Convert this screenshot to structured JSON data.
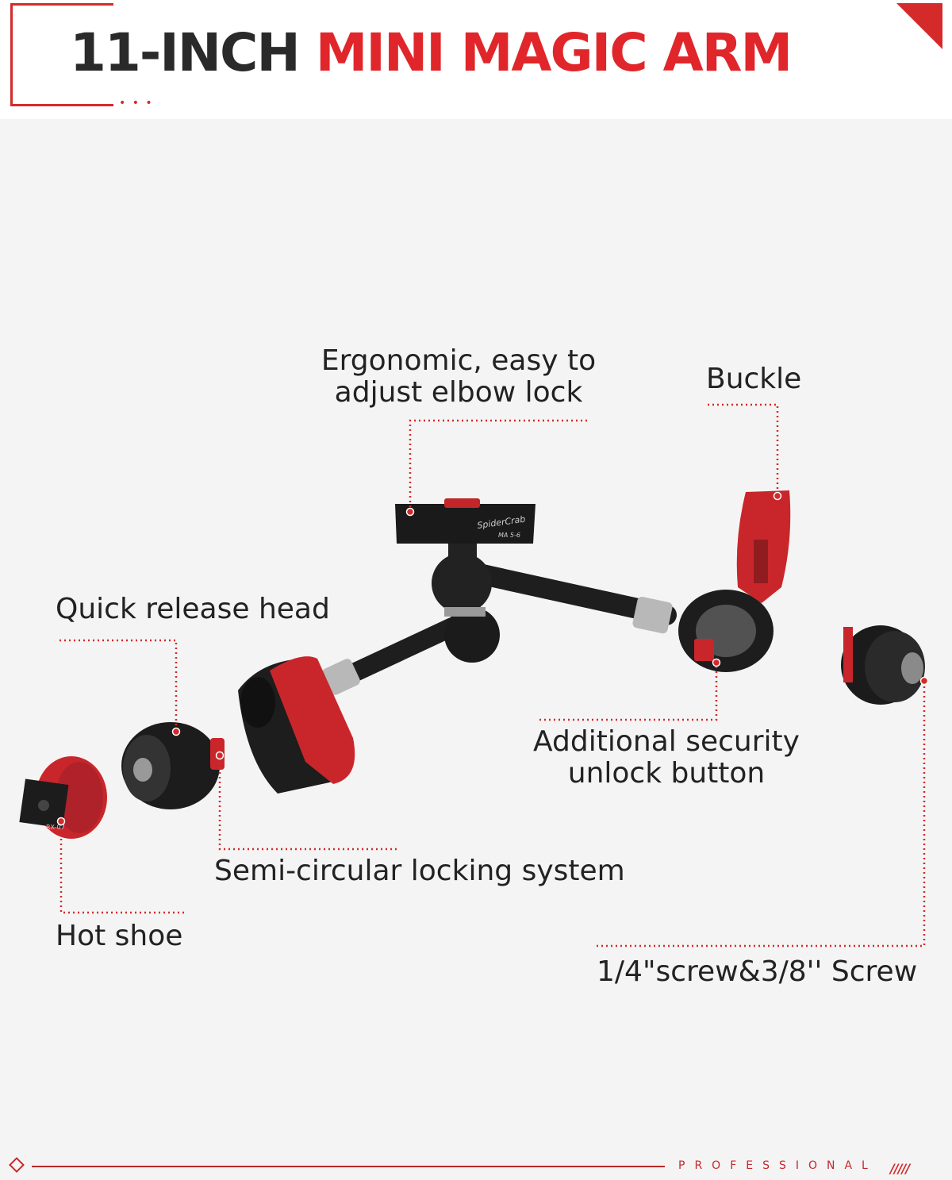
{
  "header": {
    "title_dark": "11-INCH",
    "title_red": "MINI MAGIC ARM"
  },
  "labels": {
    "elbow_lock_line1": "Ergonomic, easy to",
    "elbow_lock_line2": "adjust elbow lock",
    "buckle": "Buckle",
    "quick_release": "Quick release head",
    "security_line1": "Additional security",
    "security_line2": "unlock button",
    "semi_circular": "Semi-circular locking system",
    "hot_shoe": "Hot shoe",
    "screw": "1/4\"screw&3/8'' Screw"
  },
  "product": {
    "brand": "SpiderCrab",
    "model": "MA 5-6",
    "hot_shoe_model": "RX-07"
  },
  "footer": {
    "tagline": "PROFESSIONAL",
    "stripes": "/////"
  },
  "colors": {
    "accent": "#d42a2a",
    "text": "#222222",
    "background": "#f4f4f4"
  }
}
